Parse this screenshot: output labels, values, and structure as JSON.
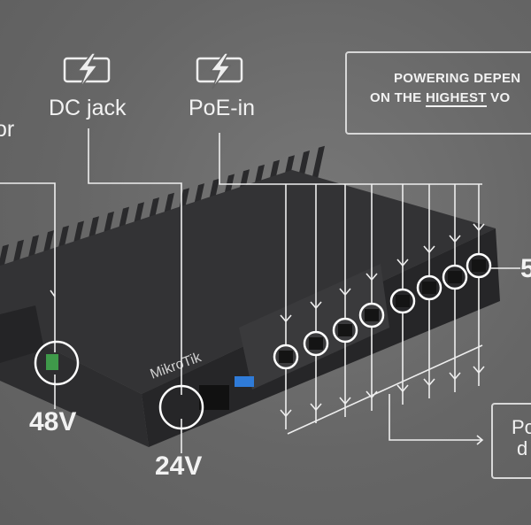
{
  "labels": {
    "left_partial": "or",
    "dc_jack": "DC jack",
    "poe_in": "PoE-in",
    "v48": "48V",
    "v24": "24V",
    "right_partial": "5"
  },
  "info_box": {
    "line1": "POWERING DEPEN",
    "line2_prefix": "ON THE ",
    "line2_underlined": "HIGHEST",
    "line2_suffix": " VO"
  },
  "poe_out_box": {
    "line1": "Po",
    "line2": "d"
  },
  "device": {
    "brand_logo": "MikroTik"
  },
  "icons": {
    "power": "battery-bolt-icon"
  }
}
